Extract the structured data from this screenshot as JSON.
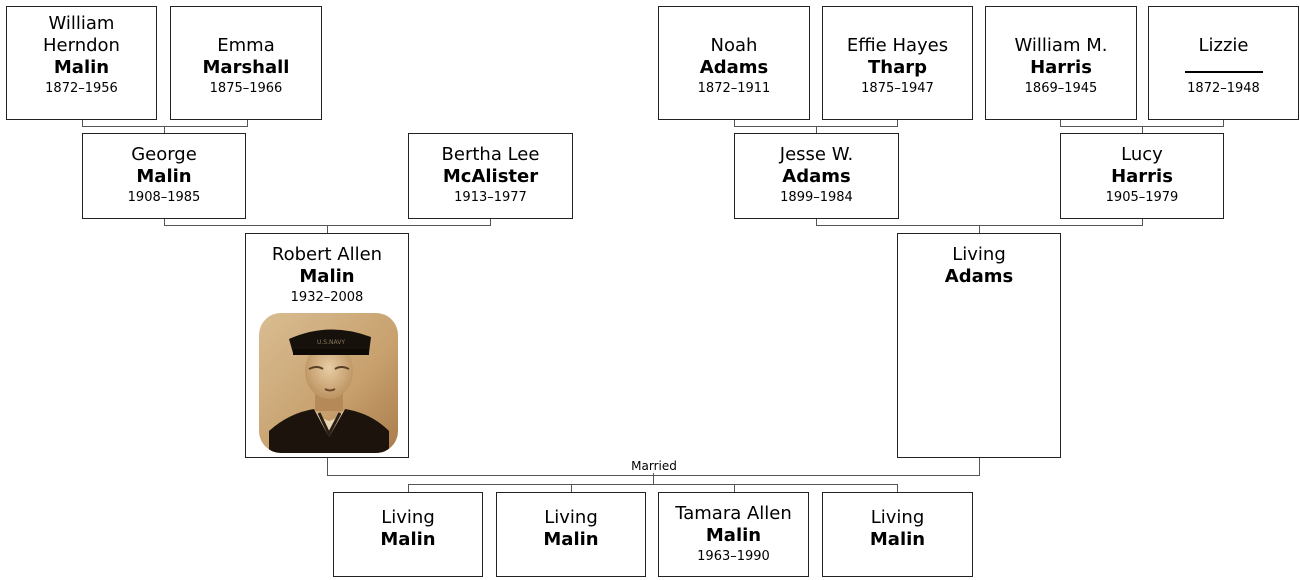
{
  "people": {
    "w_herndon_malin": {
      "given_1": "William",
      "given_2": "Herndon",
      "surname": "Malin",
      "dates": "1872–1956"
    },
    "emma_marshall": {
      "given": "Emma",
      "surname": "Marshall",
      "dates": "1875–1966"
    },
    "noah_adams": {
      "given": "Noah",
      "surname": "Adams",
      "dates": "1872–1911"
    },
    "effie_tharp": {
      "given": "Effie Hayes",
      "surname": "Tharp",
      "dates": "1875–1947"
    },
    "william_m_harris": {
      "given": "William M.",
      "surname": "Harris",
      "dates": "1869–1945"
    },
    "lizzie": {
      "given": "Lizzie",
      "surname": "",
      "dates": "1872–1948"
    },
    "george_malin": {
      "given": "George",
      "surname": "Malin",
      "dates": "1908–1985"
    },
    "bertha_mcalister": {
      "given": "Bertha Lee",
      "surname": "McAlister",
      "dates": "1913–1977"
    },
    "jesse_adams": {
      "given": "Jesse W.",
      "surname": "Adams",
      "dates": "1899–1984"
    },
    "lucy_harris": {
      "given": "Lucy",
      "surname": "Harris",
      "dates": "1905–1979"
    },
    "robert_malin": {
      "given": "Robert Allen",
      "surname": "Malin",
      "dates": "1932–2008"
    },
    "living_adams": {
      "given": "Living",
      "surname": "Adams"
    },
    "child_1": {
      "given": "Living",
      "surname": "Malin"
    },
    "child_2": {
      "given": "Living",
      "surname": "Malin"
    },
    "child_3": {
      "given": "Tamara Allen",
      "surname": "Malin",
      "dates": "1963–1990"
    },
    "child_4": {
      "given": "Living",
      "surname": "Malin"
    }
  },
  "marriage_label": "Married"
}
